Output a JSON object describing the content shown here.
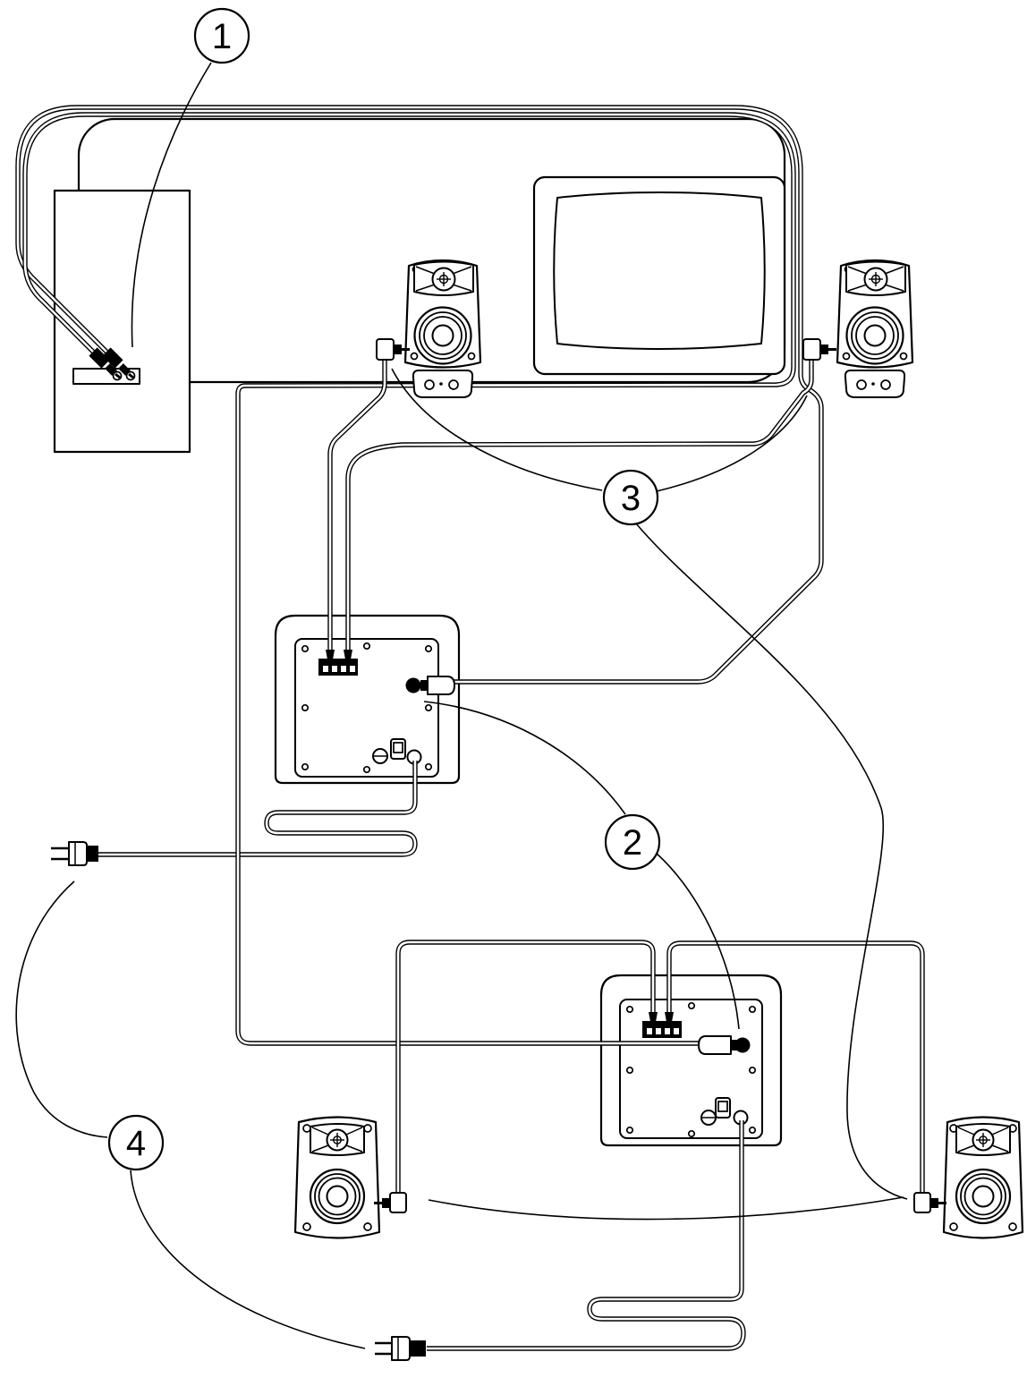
{
  "figure": {
    "type": "wiring-diagram",
    "description": "Speaker system hookup illustration: PC sound-card connection, desk with monitor and two front satellite speakers, two subwoofers with speaker-wire terminals and DIN inputs, two rear satellite speakers, and two AC power plugs",
    "background_color": "#ffffff",
    "line_color": "#000000"
  },
  "callouts": [
    {
      "label": "1",
      "target": "sound-card-plugs"
    },
    {
      "label": "2",
      "target": "din-connectors-on-subwoofers"
    },
    {
      "label": "3",
      "target": "satellite-mini-plugs"
    },
    {
      "label": "4",
      "target": "ac-power-plugs"
    }
  ],
  "components": {
    "pc_tower": "PC tower with sound-card bracket and two jacks",
    "desk": "desk outline",
    "monitor": "CRT monitor",
    "front_left_speaker": "front-left satellite speaker",
    "front_right_speaker": "front-right satellite speaker",
    "front_subwoofer": "front subwoofer rear panel",
    "rear_subwoofer": "rear subwoofer rear panel",
    "rear_left_speaker": "rear-left satellite speaker",
    "rear_right_speaker": "rear-right satellite speaker",
    "power_plug_left": "AC power plug (front subwoofer)",
    "power_plug_bottom": "AC power plug (rear subwoofer)"
  }
}
